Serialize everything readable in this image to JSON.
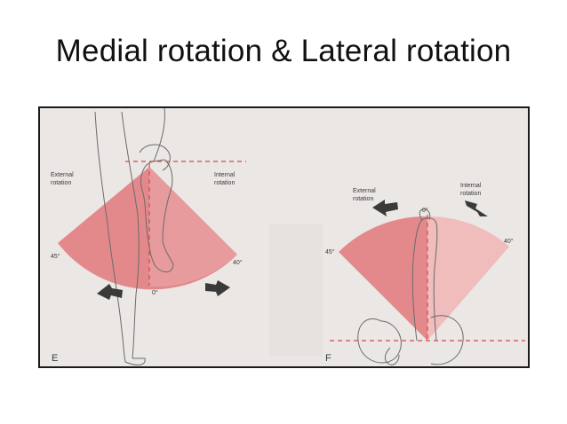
{
  "slide": {
    "title": "Medial rotation & Lateral rotation"
  },
  "panel_e": {
    "letter": "E",
    "external_label": [
      "External",
      "rotation"
    ],
    "internal_label": [
      "Internal",
      "rotation"
    ],
    "angle_left": "45°",
    "angle_right": "40°",
    "angle_zero": "0°"
  },
  "panel_f": {
    "letter": "F",
    "external_label": [
      "External",
      "rotation"
    ],
    "internal_label": [
      "Internal",
      "rotation"
    ],
    "angle_left": "45°",
    "angle_right": "40°",
    "angle_zero": "0°"
  },
  "colors": {
    "arc_external": "#e3898c",
    "arc_internal": "#f0bcbc",
    "dashed": "#d04a4a",
    "arrow": "#3a3a3a"
  }
}
